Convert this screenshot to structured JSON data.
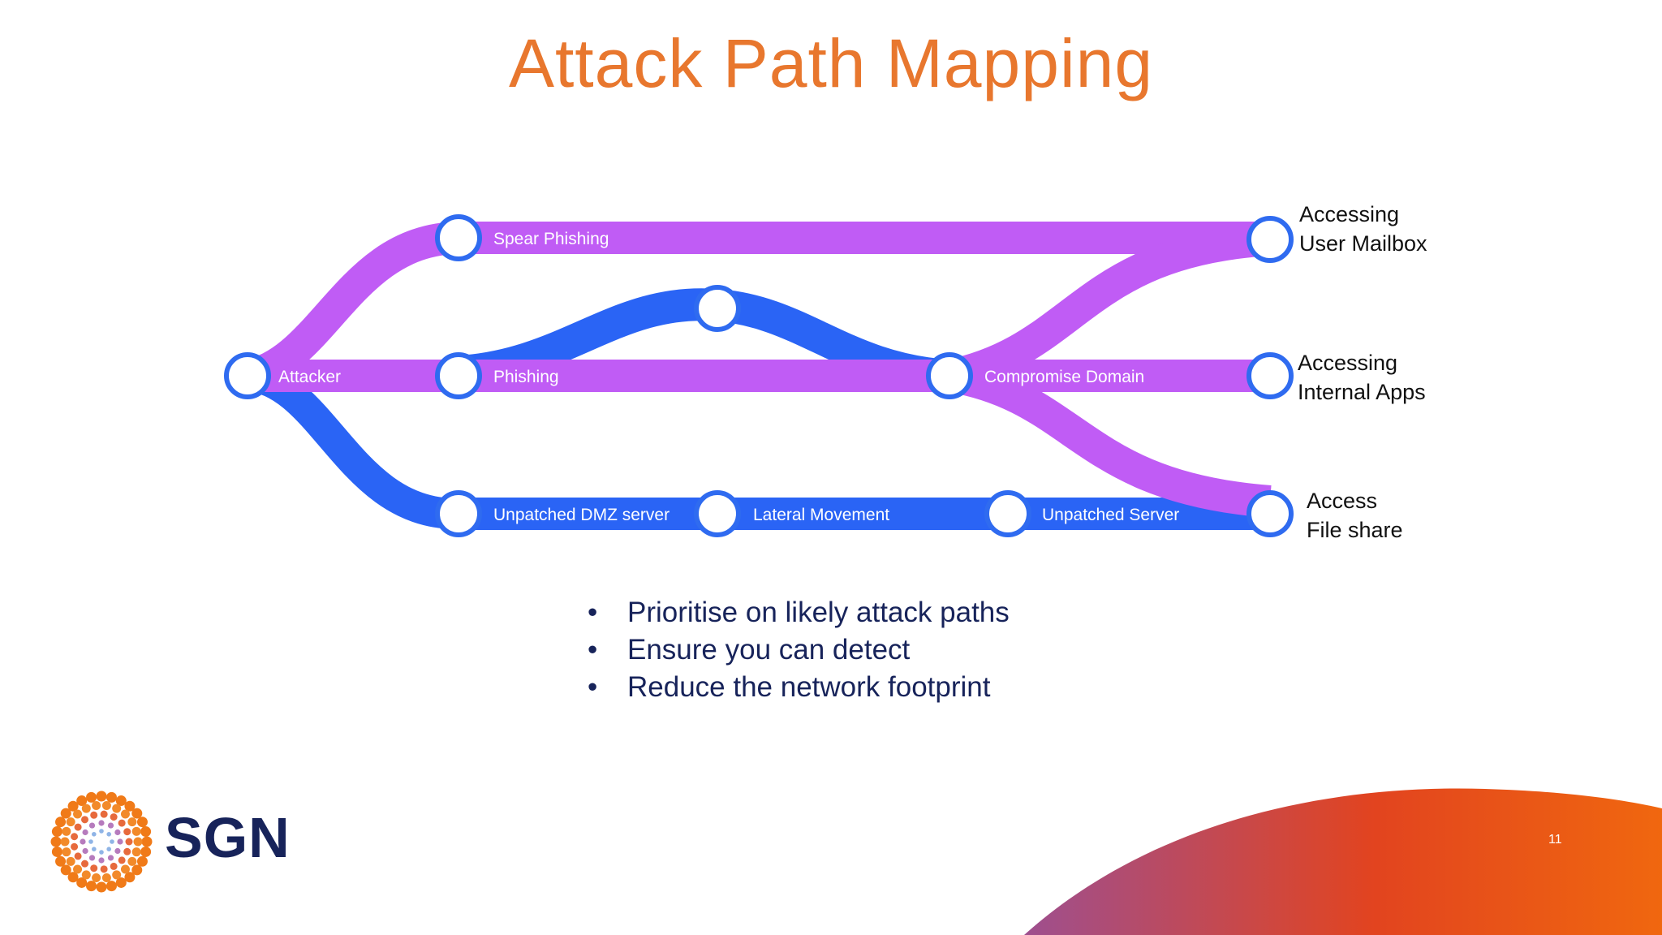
{
  "slide": {
    "title": "Attack Path Mapping",
    "page_number": "11"
  },
  "diagram": {
    "colors": {
      "purple": "#c05cf5",
      "blue": "#2a64f5",
      "node_stroke": "#2f6bf0",
      "node_fill": "#ffffff"
    },
    "segment_labels": {
      "attacker": "Attacker",
      "spear_phishing": "Spear Phishing",
      "phishing": "Phishing",
      "compromise_domain": "Compromise Domain",
      "unpatched_dmz": "Unpatched DMZ server",
      "lateral_movement": "Lateral Movement",
      "unpatched_server": "Unpatched Server"
    },
    "endpoints": {
      "mailbox": [
        "Accessing",
        "User Mailbox"
      ],
      "internal_apps": [
        "Accessing",
        "Internal Apps"
      ],
      "file_share": [
        "Access",
        "File share"
      ]
    }
  },
  "bullets": [
    "Prioritise on likely attack paths",
    "Ensure you can detect",
    "Reduce the network footprint"
  ],
  "logo": {
    "text": "SGN",
    "brand_navy": "#17235a",
    "brand_orange": "#f07a18"
  },
  "swoosh": {
    "gradient": [
      "#9e4f8f",
      "#e2441f",
      "#f0670f"
    ]
  }
}
